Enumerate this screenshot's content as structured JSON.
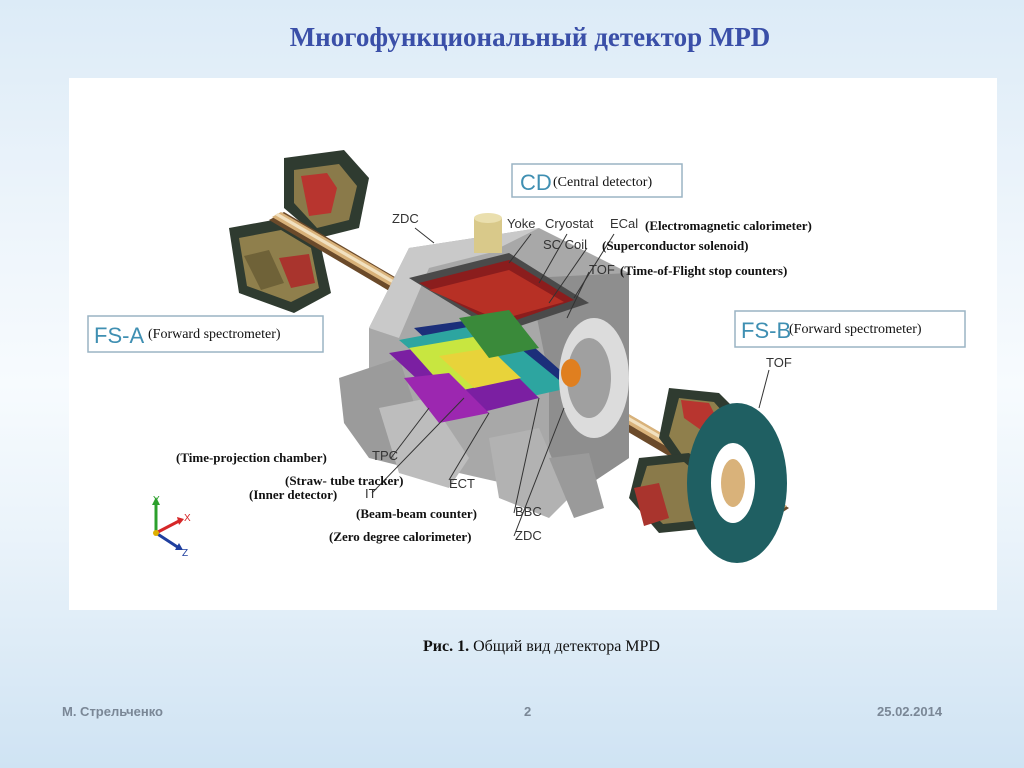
{
  "slide": {
    "title": "Многофункциональный детектор MPD",
    "caption_prefix": "Рис. 1.",
    "caption_text": " Общий вид детектора MPD",
    "author": "М. Стрельченко",
    "page_number": "2",
    "date": "25.02.2014"
  },
  "diagram": {
    "boxes": {
      "cd": {
        "abbr": "CD",
        "desc": "(Central detector)"
      },
      "fsa": {
        "abbr": "FS-A",
        "desc": "(Forward spectrometer)"
      },
      "fsb": {
        "abbr": "FS-B",
        "desc": "(Forward spectrometer)"
      }
    },
    "labels": {
      "zdc_top": "ZDC",
      "yoke": "Yoke",
      "cryostat": "Cryostat",
      "ecal": "ECal",
      "ecal_desc": "(Electromagnetic calorimeter)",
      "sc_coil": "SC Coil",
      "sc_coil_desc": "(Superconductor solenoid)",
      "tof": "TOF",
      "tof_desc": "(Time-of-Flight stop counters)",
      "tof_right": "TOF",
      "tpc": "TPC",
      "tpc_desc": "(Time-projection chamber)",
      "ect_desc": "(Straw- tube tracker)",
      "ect": "ECT",
      "it": "IT",
      "it_desc": "(Inner detector)",
      "bbc": "BBC",
      "bbc_desc": "(Beam-beam counter)",
      "zdc_bottom": "ZDC",
      "zdc_desc": "(Zero degree calorimeter)"
    },
    "axes": {
      "y": "Y",
      "x": "X",
      "z": "Z"
    }
  }
}
